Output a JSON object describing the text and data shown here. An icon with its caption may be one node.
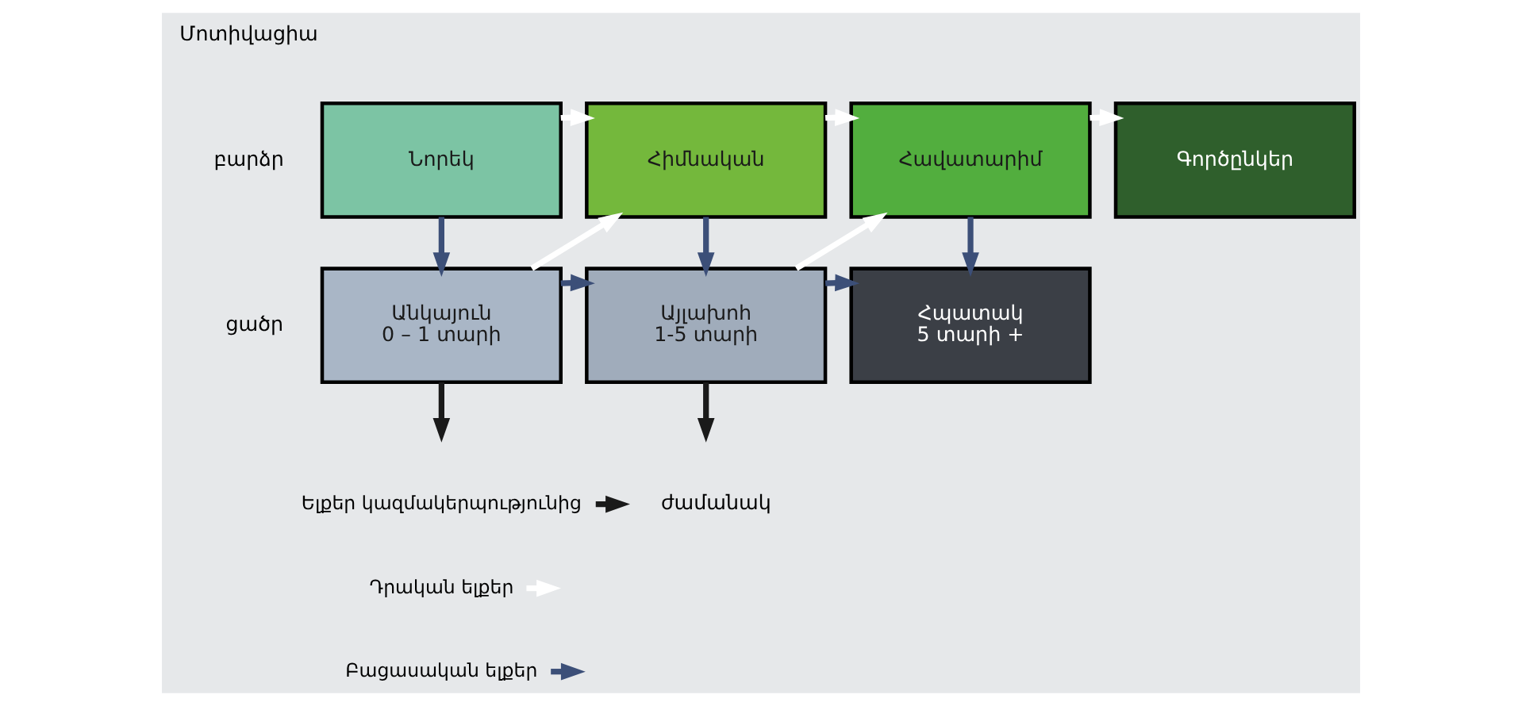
{
  "diagram": {
    "nodes": [
      {
        "text": [
          "Նորեկ"
        ]
      },
      {
        "text": [
          "Հիմնական"
        ]
      },
      {
        "text": [
          "Հավատարիմ"
        ]
      },
      {
        "text": [
          "Գործընկեր"
        ]
      },
      {
        "text": [
          "Անկայուն",
          "0 – 1 տարի"
        ]
      },
      {
        "text": [
          "Այլախոհ",
          "1-5 տարի"
        ]
      },
      {
        "text": [
          "Հպատակ",
          "5 տարի +"
        ]
      }
    ],
    "edges": [
      {
        "from": 0,
        "to": 1,
        "arrow": "to",
        "color": "#ffffff"
      },
      {
        "from": 1,
        "to": 2,
        "arrow": "to",
        "color": "#ffffff"
      },
      {
        "from": 2,
        "to": 3,
        "arrow": "to",
        "color": "#ffffff"
      },
      {
        "from": 0,
        "to": 4,
        "arrow": "to",
        "color": "#3c4f78"
      },
      {
        "from": 1,
        "to": 5,
        "arrow": "to",
        "color": "#3c4f78"
      },
      {
        "from": 2,
        "to": 6,
        "arrow": "to",
        "color": "#3c4f78"
      },
      {
        "from": 4,
        "to": 1,
        "arrow": "to",
        "color": "#ffffff"
      },
      {
        "from": 5,
        "to": 2,
        "arrow": "to",
        "color": "#ffffff"
      },
      {
        "from": 4,
        "to": 5,
        "arrow": "to",
        "color": "#3c4f78"
      },
      {
        "from": 5,
        "to": 6,
        "arrow": "to",
        "color": "#3c4f78"
      },
      {
        "from": 4,
        "to": null,
        "arrow": "to",
        "color": "#1a1a1a"
      },
      {
        "from": 5,
        "to": null,
        "arrow": "to",
        "color": "#1a1a1a"
      }
    ],
    "labels": [
      "Մոտիվացիա",
      "բարձր",
      "ցածր",
      "ժամանակ"
    ],
    "legend": [
      {
        "text": "Ելքեր կազմակերպությունից"
      },
      {
        "text": "Դրական ելքեր"
      },
      {
        "text": "Բացասական ելքեր"
      }
    ]
  }
}
